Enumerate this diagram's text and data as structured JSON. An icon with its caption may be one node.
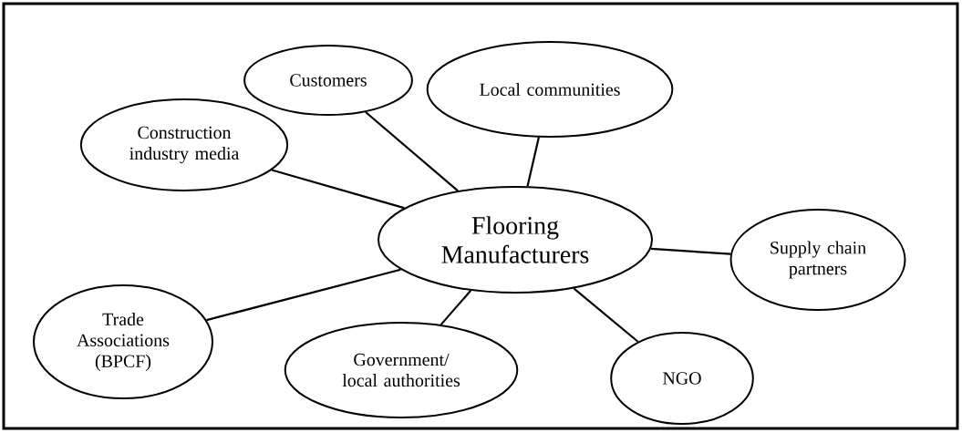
{
  "diagram": {
    "nodes": [
      {
        "text": [
          "Flooring Manufacturers"
        ]
      },
      {
        "text": [
          "Construction industry media"
        ]
      },
      {
        "text": [
          "Customers"
        ]
      },
      {
        "text": [
          "Local communities"
        ]
      },
      {
        "text": [
          "Supply chain partners"
        ]
      },
      {
        "text": [
          "Trade Associations (BPCF)"
        ]
      },
      {
        "text": [
          "Government/ local authorities"
        ]
      },
      {
        "text": [
          "NGO"
        ]
      }
    ],
    "edges": [
      {
        "from": 0,
        "to": 1,
        "arrow": "none"
      },
      {
        "from": 0,
        "to": 2,
        "arrow": "none"
      },
      {
        "from": 0,
        "to": 3,
        "arrow": "none"
      },
      {
        "from": 0,
        "to": 4,
        "arrow": "none"
      },
      {
        "from": 0,
        "to": 5,
        "arrow": "none"
      },
      {
        "from": 0,
        "to": 6,
        "arrow": "none"
      },
      {
        "from": 0,
        "to": 7,
        "arrow": "none"
      }
    ]
  }
}
